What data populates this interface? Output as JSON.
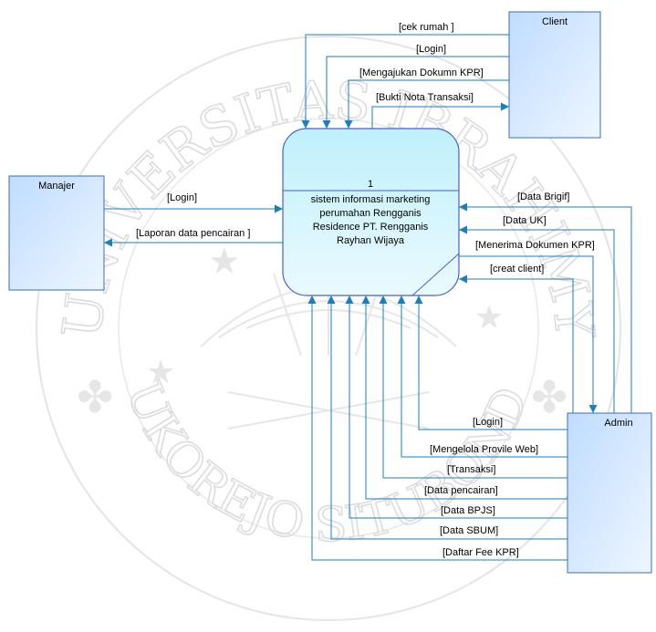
{
  "watermark": {
    "top_text": "UNIVERSITAS IBRAHIMY",
    "bottom_text": "SUKOREJO SITUBONDO"
  },
  "entities": {
    "client": "Client",
    "manajer": "Manajer",
    "admin": "Admin"
  },
  "process": {
    "number": "1",
    "lines": [
      "sistem informasi marketing",
      "perumahan Rengganis",
      "Residence PT. Rengganis",
      "Rayhan Wijaya"
    ]
  },
  "flows": {
    "client": [
      "[cek rumah ]",
      "[Login]",
      "[Mengajukan Dokumn KPR]",
      "[Bukti Nota Transaksi]"
    ],
    "manajer": [
      "[Login]",
      "[Laporan data pencairan ]"
    ],
    "admin_right": [
      "[Data Brigif]",
      "[Data UK]",
      "[Menerima Dokumen KPR]",
      "[creat client]"
    ],
    "admin_bottom": [
      "[Login]",
      "[Mengelola Provile Web]",
      "[Transaksi]",
      "[Data pencairan]",
      "[Data BPJS]",
      "[Data SBUM]",
      "[Daftar Fee KPR]"
    ]
  },
  "colors": {
    "line": "#1a7fbf",
    "box_fill_top": "#c9f3fb",
    "box_fill_bottom": "#eaf8ff",
    "box_stroke": "#4a5fcf"
  }
}
